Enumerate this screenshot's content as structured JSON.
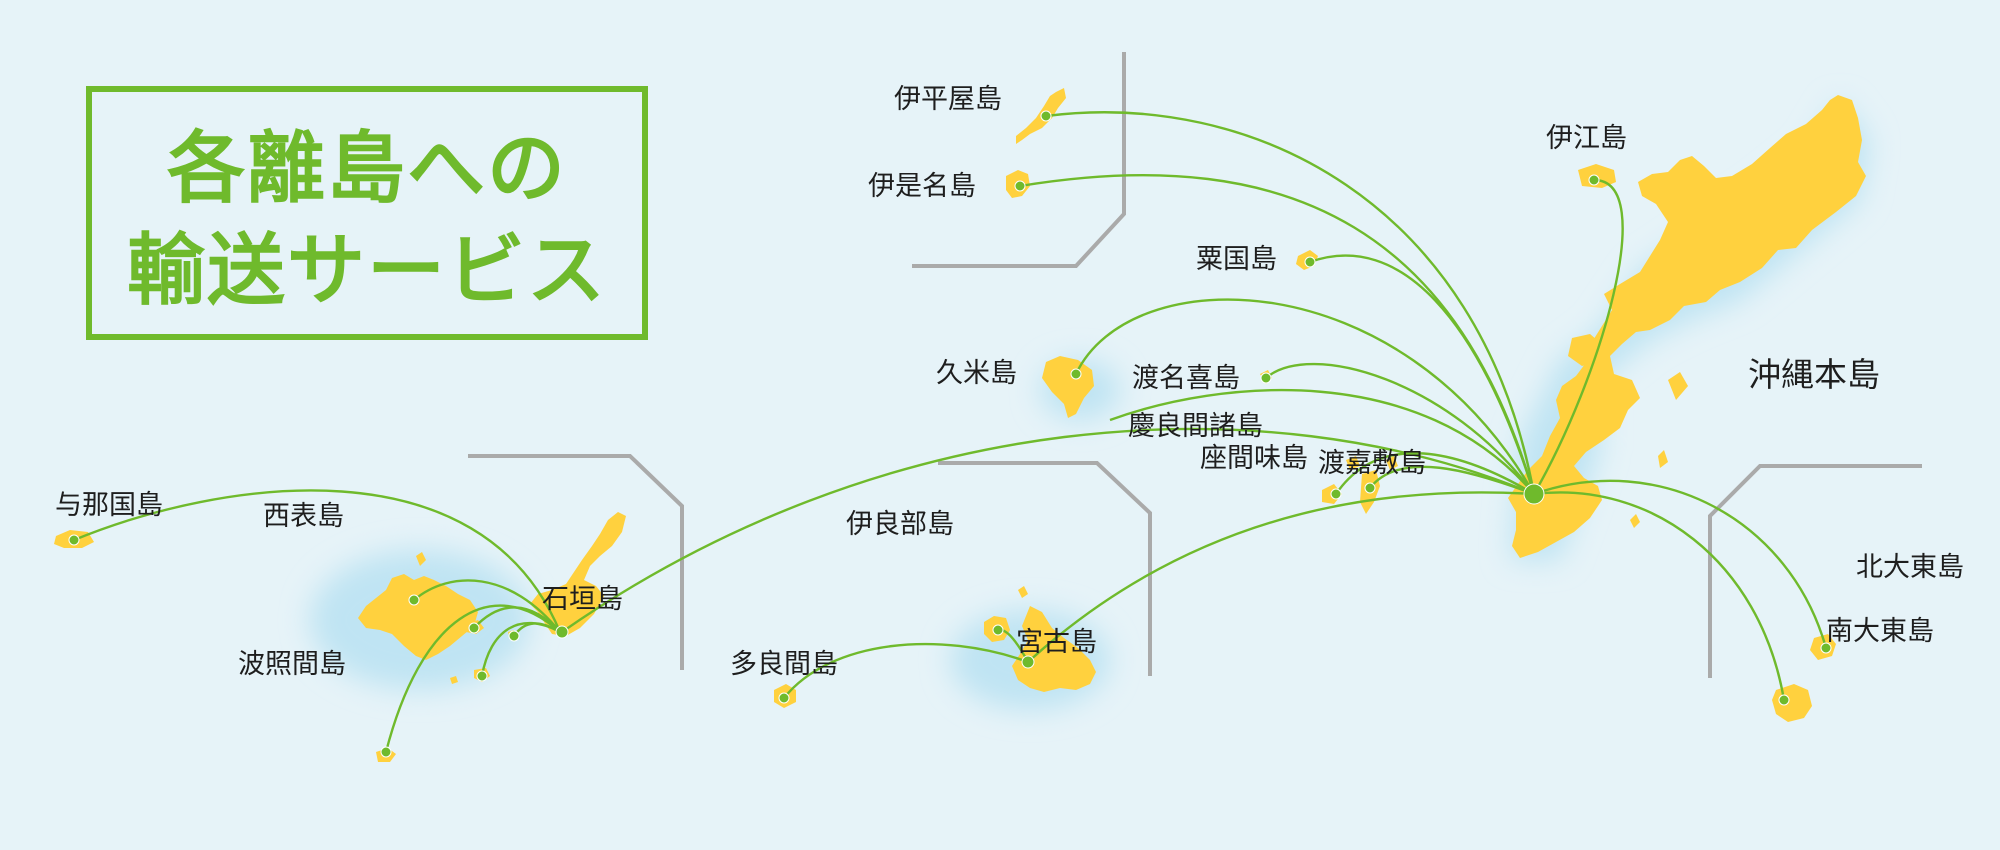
{
  "title": {
    "line1": "各離島への",
    "line2": "輸送サービス"
  },
  "colors": {
    "sea": "#e6f3f8",
    "land": "#ffd13e",
    "route": "#6fba2c",
    "divider": "#aaaaaa",
    "text": "#1e1e1e"
  },
  "hub": "沖縄本島",
  "islands": [
    {
      "id": "iheya",
      "name": "伊平屋島"
    },
    {
      "id": "izena",
      "name": "伊是名島"
    },
    {
      "id": "ie",
      "name": "伊江島"
    },
    {
      "id": "aguni",
      "name": "粟国島"
    },
    {
      "id": "kume",
      "name": "久米島"
    },
    {
      "id": "tonaki",
      "name": "渡名喜島"
    },
    {
      "id": "kerama",
      "name": "慶良間諸島"
    },
    {
      "id": "zamami",
      "name": "座間味島"
    },
    {
      "id": "tokashiki",
      "name": "渡嘉敷島"
    },
    {
      "id": "yonaguni",
      "name": "与那国島"
    },
    {
      "id": "iriomote",
      "name": "西表島"
    },
    {
      "id": "ishigaki",
      "name": "石垣島"
    },
    {
      "id": "hateruma",
      "name": "波照間島"
    },
    {
      "id": "irabu",
      "name": "伊良部島"
    },
    {
      "id": "tarama",
      "name": "多良間島"
    },
    {
      "id": "miyako",
      "name": "宮古島"
    },
    {
      "id": "kitadaito",
      "name": "北大東島"
    },
    {
      "id": "minamidaito",
      "name": "南大東島"
    }
  ]
}
